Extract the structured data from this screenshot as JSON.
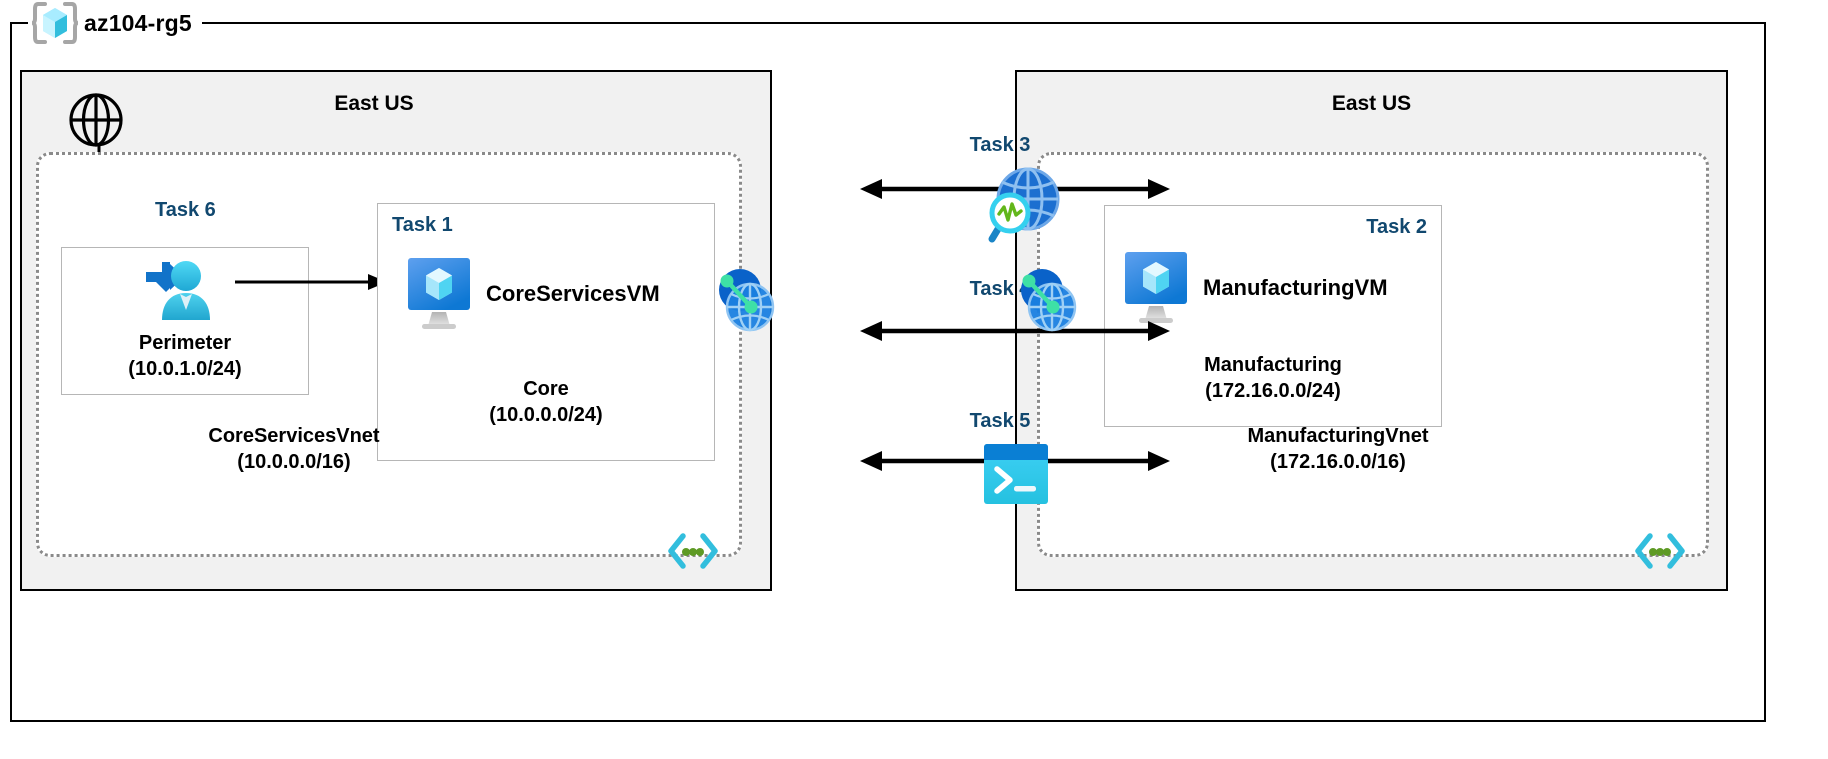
{
  "resource_group": {
    "name": "az104-rg5",
    "icon": "azure-resource-group-cube-icon"
  },
  "regions": [
    {
      "id": "left",
      "title": "East US"
    },
    {
      "id": "right",
      "title": "East US"
    }
  ],
  "internet": {
    "icon": "globe-icon"
  },
  "vnets": [
    {
      "id": "core",
      "name": "CoreServicesVnet",
      "cidr": "(10.0.0.0/16)",
      "corner_icon": "subnet-brackets-icon",
      "subnets": [
        {
          "id": "perimeter",
          "task": "Task 6",
          "icon": "user-access-icon",
          "name": "Perimeter",
          "cidr": "(10.0.1.0/24)"
        },
        {
          "id": "core",
          "task": "Task 1",
          "icon": "virtual-machine-icon",
          "vm_name": "CoreServicesVM",
          "name": "Core",
          "cidr": "(10.0.0.0/24)"
        }
      ]
    },
    {
      "id": "manufacturing",
      "name": "ManufacturingVnet",
      "cidr": "(172.16.0.0/16)",
      "corner_icon": "subnet-brackets-icon",
      "subnets": [
        {
          "id": "manufacturing",
          "task": "Task 2",
          "icon": "virtual-machine-icon",
          "vm_name": "ManufacturingVM",
          "name": "Manufacturing",
          "cidr": "(172.16.0.0/24)"
        }
      ]
    }
  ],
  "connections": [
    {
      "id": "task3",
      "label": "Task 3",
      "icon": "network-watcher-icon"
    },
    {
      "id": "task4",
      "label": "Task 4",
      "icon": "vnet-peering-icon"
    },
    {
      "id": "task5",
      "label": "Task 5",
      "icon": "cloud-shell-icon"
    }
  ],
  "peering_endpoints": [
    {
      "id": "left-peering",
      "icon": "vnet-peering-icon"
    },
    {
      "id": "right-peering",
      "icon": "vnet-peering-icon"
    }
  ],
  "colors": {
    "task_label": "#11486f",
    "region_fill": "#f1f1f1",
    "vnet_border": "#8a8a8a",
    "azure_blue": "#0078d4",
    "cyan": "#32bedd",
    "green": "#5e9a24"
  }
}
